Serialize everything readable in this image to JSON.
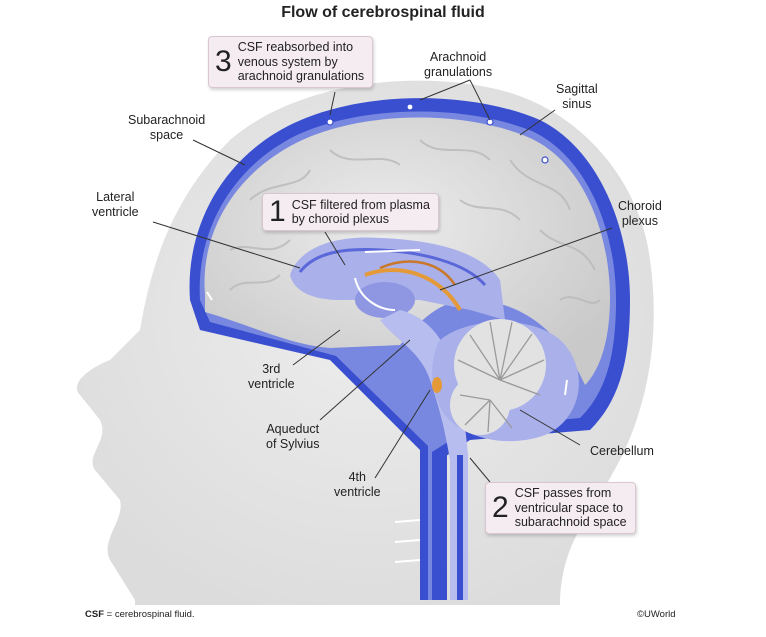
{
  "title": "Flow of cerebrospinal fluid",
  "labels": {
    "arachnoid_granulations": "Arachnoid\ngranulations",
    "sagittal_sinus": "Sagittal\nsinus",
    "subarachnoid_space": "Subarachnoid\nspace",
    "lateral_ventricle": "Lateral\nventricle",
    "choroid_plexus": "Choroid\nplexus",
    "third_ventricle": "3rd\nventricle",
    "aqueduct_of_sylvius": "Aqueduct\nof Sylvius",
    "fourth_ventricle": "4th\nventricle",
    "cerebellum": "Cerebellum"
  },
  "callouts": [
    {
      "number": "1",
      "text": "CSF filtered from plasma\nby choroid plexus"
    },
    {
      "number": "2",
      "text": "CSF passes from\nventricular space to\nsubarachnoid space"
    },
    {
      "number": "3",
      "text": "CSF reabsorbed into\nvenous system by\narachnoid granulations"
    }
  ],
  "footer": {
    "abbr": "CSF",
    "definition": " = cerebrospinal fluid.",
    "credit": "©UWorld"
  },
  "colors": {
    "csf_blue": "#3a4fd0",
    "ventricle_light": "#a9b0ea",
    "brain_gray": "#d9d9d9",
    "head_silhouette": "#e6e6e6",
    "choroid_orange": "#e59a3a",
    "callout_bg": "#f5ecf1"
  }
}
